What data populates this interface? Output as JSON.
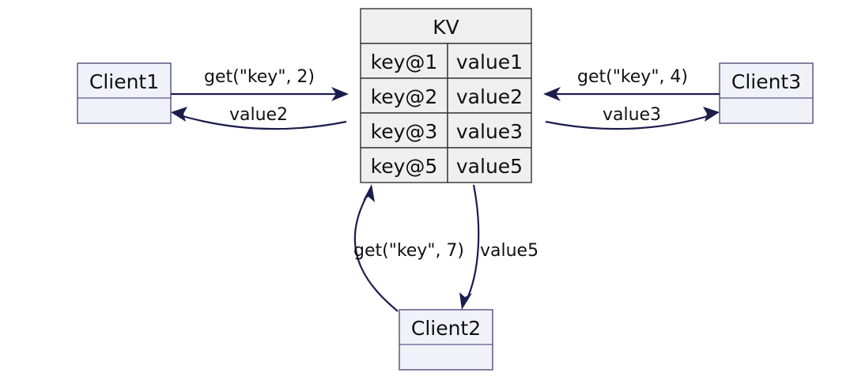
{
  "kv_store": {
    "title": "KV",
    "rows": [
      {
        "key": "key@1",
        "value": "value1"
      },
      {
        "key": "key@2",
        "value": "value2"
      },
      {
        "key": "key@3",
        "value": "value3"
      },
      {
        "key": "key@5",
        "value": "value5"
      }
    ]
  },
  "clients": {
    "client1": "Client1",
    "client2": "Client2",
    "client3": "Client3"
  },
  "edges": {
    "client1_request": "get(\"key\", 2)",
    "client1_response": "value2",
    "client3_request": "get(\"key\", 4)",
    "client3_response": "value3",
    "client2_request": "get(\"key\", 7)",
    "client2_response": "value5"
  },
  "colors": {
    "client_fill": "#f1f1fa",
    "client_border": "#34346a",
    "kv_fill": "#efefef",
    "edge": "#1b1d4c"
  }
}
